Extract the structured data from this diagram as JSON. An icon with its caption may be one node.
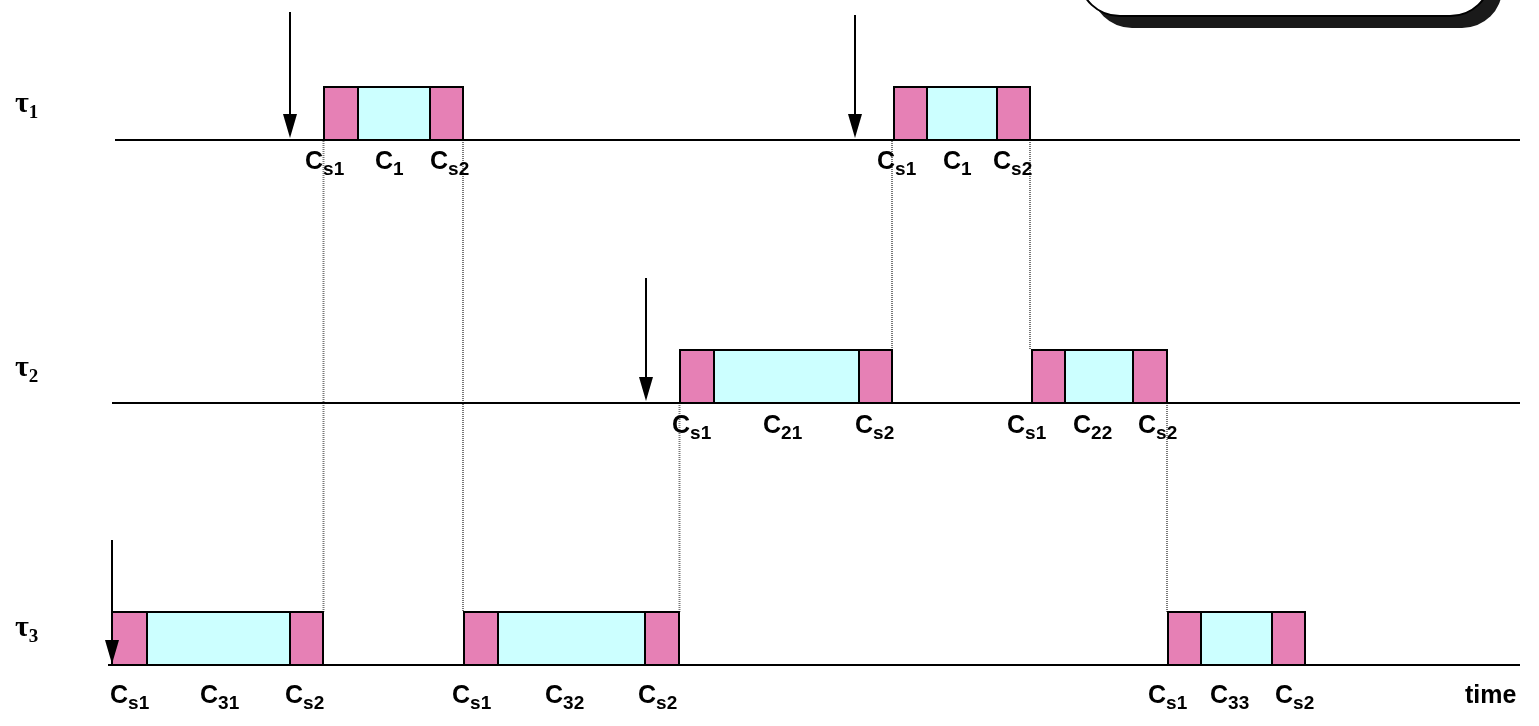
{
  "diagram": {
    "nodes": [
      {
        "text": [],
        "shape": "bar"
      },
      {
        "text": [],
        "shape": "bar"
      },
      {
        "text": [],
        "shape": "bar"
      },
      {
        "text": [],
        "shape": "bar"
      },
      {
        "text": [],
        "shape": "bar"
      },
      {
        "text": [],
        "shape": "bar"
      },
      {
        "text": [],
        "shape": "bar"
      }
    ],
    "edges": [
      {
        "from": 4,
        "to": 0,
        "arrow": "none",
        "style": "dashed"
      },
      {
        "from": 0,
        "to": 5,
        "arrow": "none",
        "style": "dashed"
      },
      {
        "from": 2,
        "to": 1,
        "arrow": "none",
        "style": "dashed"
      },
      {
        "from": 1,
        "to": 3,
        "arrow": "none",
        "style": "dashed"
      },
      {
        "from": 5,
        "to": 2,
        "arrow": "none",
        "style": "dashed"
      },
      {
        "from": 3,
        "to": 6,
        "arrow": "none",
        "style": "dashed"
      }
    ],
    "labels": [
      "τ$_{1}$",
      "C$_{s1}$",
      "C$_{1}$",
      "C$_{s2}$",
      "C$_{s1}$",
      "C$_{1}$",
      "C$_{s2}$",
      "τ$_{2}$",
      "C$_{s1}$",
      "C$_{21}$",
      "C$_{s2}$",
      "C$_{s1}$",
      "C$_{22}$",
      "C$_{s2}$",
      "τ$_{3}$",
      "C$_{s1}$",
      "C$_{31}$",
      "C$_{s2}$",
      "C$_{s1}$",
      "C$_{32}$",
      "C$_{s2}$",
      "C$_{s1}$",
      "C$_{33}$",
      "C$_{s2}$",
      "time"
    ]
  }
}
